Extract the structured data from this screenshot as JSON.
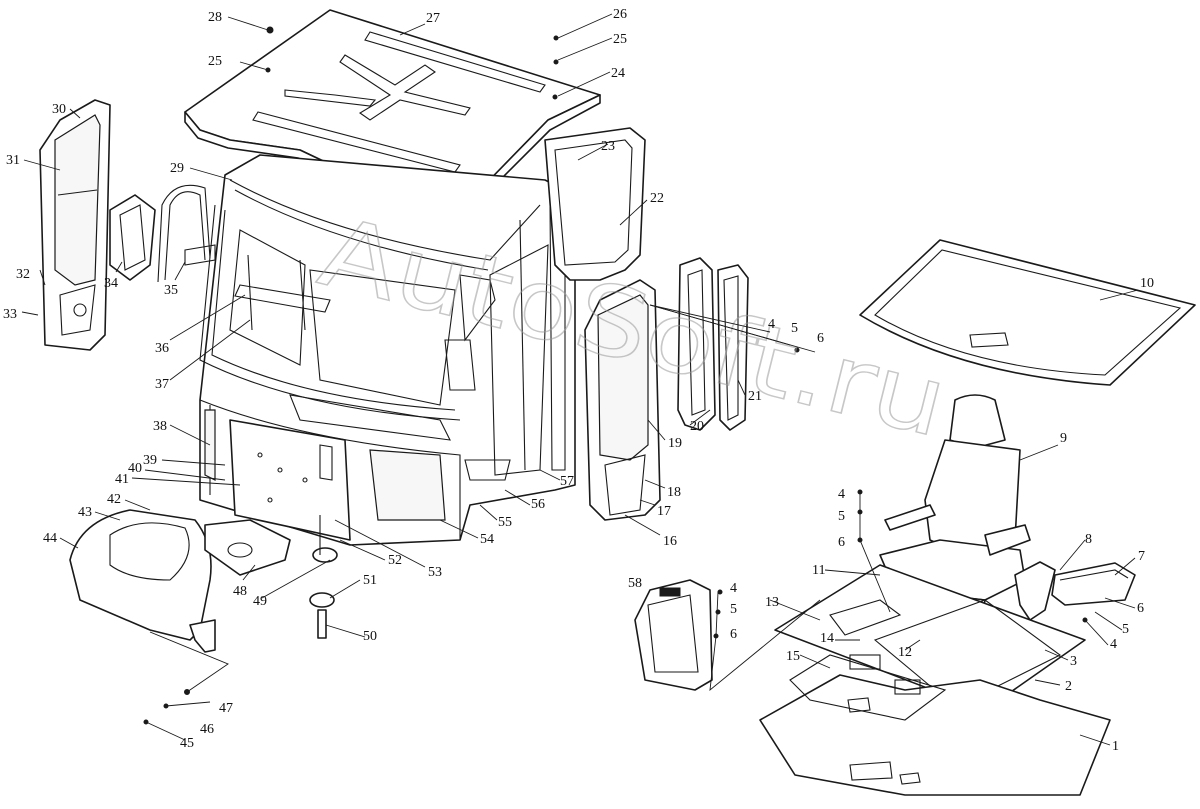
{
  "watermark": "AutoSoft.ru",
  "callouts": [
    {
      "id": "c28",
      "label": "28"
    },
    {
      "id": "c27",
      "label": "27"
    },
    {
      "id": "c26",
      "label": "26"
    },
    {
      "id": "c25a",
      "label": "25"
    },
    {
      "id": "c25b",
      "label": "25"
    },
    {
      "id": "c24",
      "label": "24"
    },
    {
      "id": "c23",
      "label": "23"
    },
    {
      "id": "c22",
      "label": "22"
    },
    {
      "id": "c29",
      "label": "29"
    },
    {
      "id": "c30",
      "label": "30"
    },
    {
      "id": "c31",
      "label": "31"
    },
    {
      "id": "c32",
      "label": "32"
    },
    {
      "id": "c33",
      "label": "33"
    },
    {
      "id": "c34",
      "label": "34"
    },
    {
      "id": "c35",
      "label": "35"
    },
    {
      "id": "c36",
      "label": "36"
    },
    {
      "id": "c37",
      "label": "37"
    },
    {
      "id": "c38",
      "label": "38"
    },
    {
      "id": "c39",
      "label": "39"
    },
    {
      "id": "c40",
      "label": "40"
    },
    {
      "id": "c41",
      "label": "41"
    },
    {
      "id": "c42",
      "label": "42"
    },
    {
      "id": "c43",
      "label": "43"
    },
    {
      "id": "c44",
      "label": "44"
    },
    {
      "id": "c48",
      "label": "48"
    },
    {
      "id": "c49",
      "label": "49"
    },
    {
      "id": "c50",
      "label": "50"
    },
    {
      "id": "c51",
      "label": "51"
    },
    {
      "id": "c52",
      "label": "52"
    },
    {
      "id": "c53",
      "label": "53"
    },
    {
      "id": "c54",
      "label": "54"
    },
    {
      "id": "c55",
      "label": "55"
    },
    {
      "id": "c56",
      "label": "56"
    },
    {
      "id": "c57",
      "label": "57"
    },
    {
      "id": "c47",
      "label": "47"
    },
    {
      "id": "c46",
      "label": "46"
    },
    {
      "id": "c45",
      "label": "45"
    },
    {
      "id": "c4a",
      "label": "4"
    },
    {
      "id": "c5a",
      "label": "5"
    },
    {
      "id": "c6a",
      "label": "6"
    },
    {
      "id": "c21",
      "label": "21"
    },
    {
      "id": "c19",
      "label": "19"
    },
    {
      "id": "c20",
      "label": "20"
    },
    {
      "id": "c18",
      "label": "18"
    },
    {
      "id": "c17",
      "label": "17"
    },
    {
      "id": "c16",
      "label": "16"
    },
    {
      "id": "c10",
      "label": "10"
    },
    {
      "id": "c9",
      "label": "9"
    },
    {
      "id": "c4b",
      "label": "4"
    },
    {
      "id": "c5b",
      "label": "5"
    },
    {
      "id": "c6b",
      "label": "6"
    },
    {
      "id": "c11",
      "label": "11"
    },
    {
      "id": "c8",
      "label": "8"
    },
    {
      "id": "c7",
      "label": "7"
    },
    {
      "id": "c6c",
      "label": "6"
    },
    {
      "id": "c5c",
      "label": "5"
    },
    {
      "id": "c4c",
      "label": "4"
    },
    {
      "id": "c58",
      "label": "58"
    },
    {
      "id": "c4d",
      "label": "4"
    },
    {
      "id": "c5d",
      "label": "5"
    },
    {
      "id": "c6d",
      "label": "6"
    },
    {
      "id": "c13",
      "label": "13"
    },
    {
      "id": "c14",
      "label": "14"
    },
    {
      "id": "c12",
      "label": "12"
    },
    {
      "id": "c15",
      "label": "15"
    },
    {
      "id": "c3",
      "label": "3"
    },
    {
      "id": "c2",
      "label": "2"
    },
    {
      "id": "c1",
      "label": "1"
    }
  ]
}
